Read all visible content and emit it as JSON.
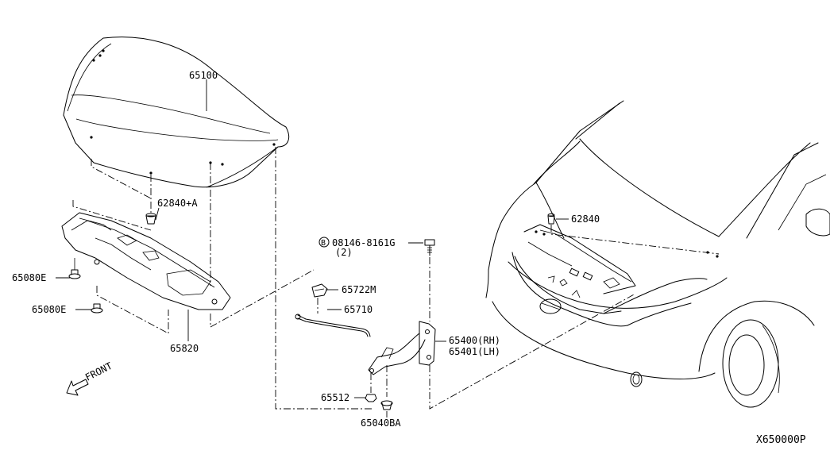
{
  "diagram": {
    "parts": {
      "hood": "65100",
      "hood_clip_a": "62840+A",
      "insulator": "65820",
      "clip_e1": "65080E",
      "clip_e2": "65080E",
      "bolt": "08146-8161G",
      "bolt_qty": "(2)",
      "bolt_marker": "B",
      "hinge_cover": "65722M",
      "rod": "65710",
      "hinge_rh": "65400(RH)",
      "hinge_lh": "65401(LH)",
      "nut": "65512",
      "grommet": "65040BA",
      "car_clip": "62840"
    },
    "front_label": "FRONT",
    "diagram_code": "X650000P"
  }
}
